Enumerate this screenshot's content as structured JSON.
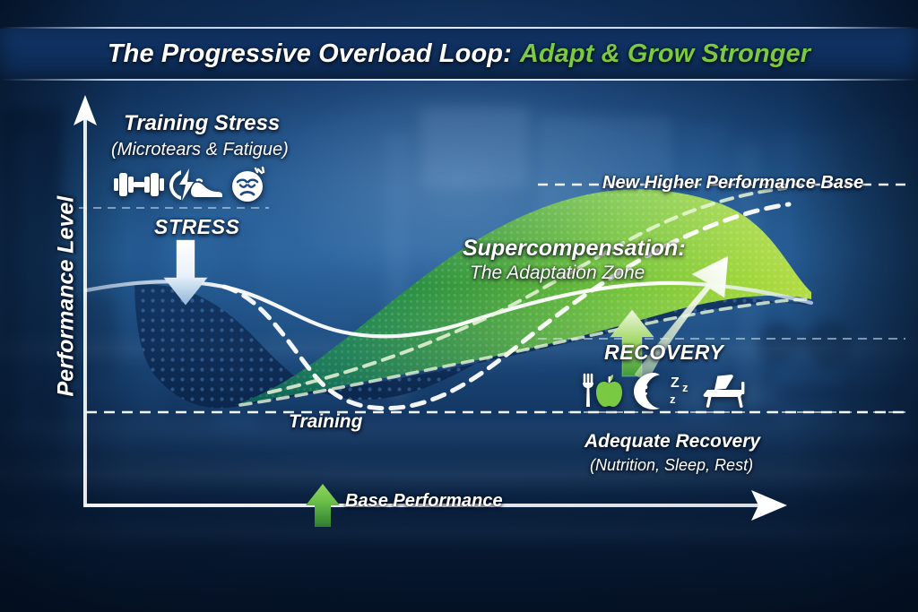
{
  "title": {
    "main": "The Progressive Overload Loop:",
    "main_part1": "The Pr",
    "accent": "Adapt & Grow Stronger"
  },
  "axes": {
    "y_label": "Performance Level",
    "x_label": "Base Performance"
  },
  "stress_block": {
    "heading": "Training Stress",
    "subheading": "(Microtears & Fatigue)",
    "arrow_label": "STRESS",
    "icons": [
      "dumbbell-icon",
      "lightning-shoe-icon",
      "tired-face-icon"
    ]
  },
  "supercompensation_block": {
    "heading": "Supercompensation:",
    "subheading": "The Adaptation Zone",
    "new_base_label": "New Higher Performance Base"
  },
  "recovery_block": {
    "arrow_label": "RECOVERY",
    "heading": "Adequate Recovery",
    "subheading": "(Nutrition, Sleep, Rest)",
    "icons": [
      "fork-apple-icon",
      "moon-icon",
      "zzz-icon",
      "lounge-chair-icon"
    ]
  },
  "curve_labels": {
    "training": "Training"
  },
  "colors": {
    "accent_green": "#7ac943",
    "zone_green_dark": "#0f7a46",
    "zone_green_bright": "#9ed53a",
    "panel_blue": "#0f2f5e",
    "background_blue": "#2a6aa3",
    "line_white": "#ffffff"
  },
  "chart_data": {
    "type": "line",
    "title": "The Progressive Overload Loop: Adapt & Grow Stronger",
    "xlabel": "Base Performance",
    "ylabel": "Performance Level",
    "grid": false,
    "legend": "none",
    "annotations": [
      {
        "text": "Training Stress",
        "phase": "stress"
      },
      {
        "text": "(Microtears & Fatigue)",
        "phase": "stress"
      },
      {
        "text": "STRESS",
        "phase": "stress"
      },
      {
        "text": "Training",
        "phase": "fatigue"
      },
      {
        "text": "RECOVERY",
        "phase": "recovery"
      },
      {
        "text": "Adequate Recovery",
        "phase": "recovery"
      },
      {
        "text": "(Nutrition, Sleep, Rest)",
        "phase": "recovery"
      },
      {
        "text": "Supercompensation:",
        "phase": "supercompensation"
      },
      {
        "text": "The Adaptation Zone",
        "phase": "supercompensation"
      },
      {
        "text": "New Higher Performance Base",
        "phase": "new_baseline"
      }
    ],
    "reference_lines": [
      {
        "name": "initial-baseline",
        "y": 72,
        "style": "dashed"
      },
      {
        "name": "new-higher-performance-base",
        "y": 86,
        "style": "dashed"
      },
      {
        "name": "training-floor",
        "y": 30,
        "style": "dashed"
      }
    ],
    "series": [
      {
        "name": "Baseline (solid white)",
        "style": "solid",
        "x": [
          0,
          10,
          20,
          30,
          40,
          50,
          60,
          70,
          80,
          90,
          100
        ],
        "values": [
          70,
          72,
          72,
          70,
          66,
          63,
          62,
          63,
          64,
          65,
          66
        ]
      },
      {
        "name": "Performance (dashed)",
        "style": "dashed",
        "x": [
          0,
          10,
          20,
          30,
          40,
          50,
          60,
          70,
          80,
          90,
          100
        ],
        "values": [
          72,
          71,
          60,
          38,
          30,
          34,
          50,
          68,
          82,
          88,
          84
        ]
      }
    ],
    "phases": [
      {
        "name": "Training Stress",
        "range": [
          0,
          25
        ]
      },
      {
        "name": "Fatigue / Training",
        "range": [
          25,
          48
        ]
      },
      {
        "name": "Recovery",
        "range": [
          48,
          72
        ]
      },
      {
        "name": "Supercompensation",
        "range": [
          60,
          95
        ]
      }
    ]
  }
}
